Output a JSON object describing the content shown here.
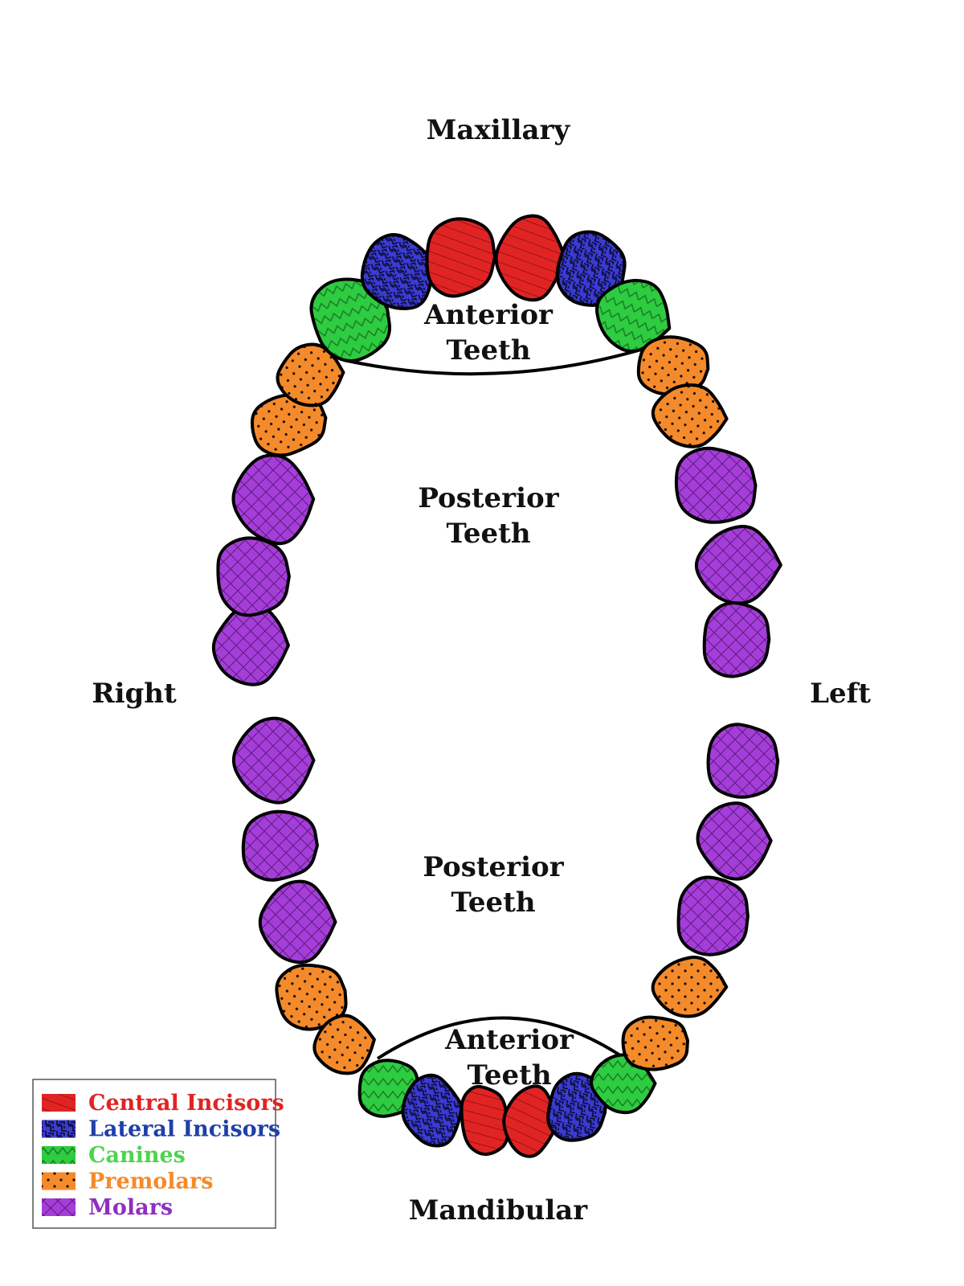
{
  "labels": {
    "maxillary": "Maxillary",
    "mandibular": "Mandibular",
    "right": "Right",
    "left": "Left",
    "upper_anterior": [
      "Anterior",
      "Teeth"
    ],
    "upper_posterior": [
      "Posterior",
      "Teeth"
    ],
    "lower_posterior": [
      "Posterior",
      "Teeth"
    ],
    "lower_anterior": [
      "Anterior",
      "Teeth"
    ]
  },
  "legend": [
    {
      "type": "central",
      "label": "Central Incisors",
      "color": "#e02424",
      "pattern": "lines"
    },
    {
      "type": "lateral",
      "label": "Lateral Incisors",
      "color": "#3b3bd4",
      "pattern": "maze"
    },
    {
      "type": "canine",
      "label": "Canines",
      "color": "#2ecc40",
      "pattern": "zigzag"
    },
    {
      "type": "premolar",
      "label": "Premolars",
      "color": "#f58a2a",
      "pattern": "dots"
    },
    {
      "type": "molar",
      "label": "Molars",
      "color": "#a53ed8",
      "pattern": "crosshatch"
    }
  ],
  "legend_text_colors": {
    "central": "#e02424",
    "lateral": "#1f3fa8",
    "canine": "#4fd34f",
    "premolar": "#f58a2a",
    "molar": "#8e2fc0"
  },
  "teeth": {
    "upper": [
      "molar",
      "molar",
      "molar",
      "premolar",
      "premolar",
      "canine",
      "lateral",
      "central",
      "central",
      "lateral",
      "canine",
      "premolar",
      "premolar",
      "molar",
      "molar",
      "molar"
    ],
    "lower": [
      "molar",
      "molar",
      "molar",
      "premolar",
      "premolar",
      "canine",
      "lateral",
      "central",
      "central",
      "lateral",
      "canine",
      "premolar",
      "premolar",
      "molar",
      "molar",
      "molar"
    ]
  }
}
